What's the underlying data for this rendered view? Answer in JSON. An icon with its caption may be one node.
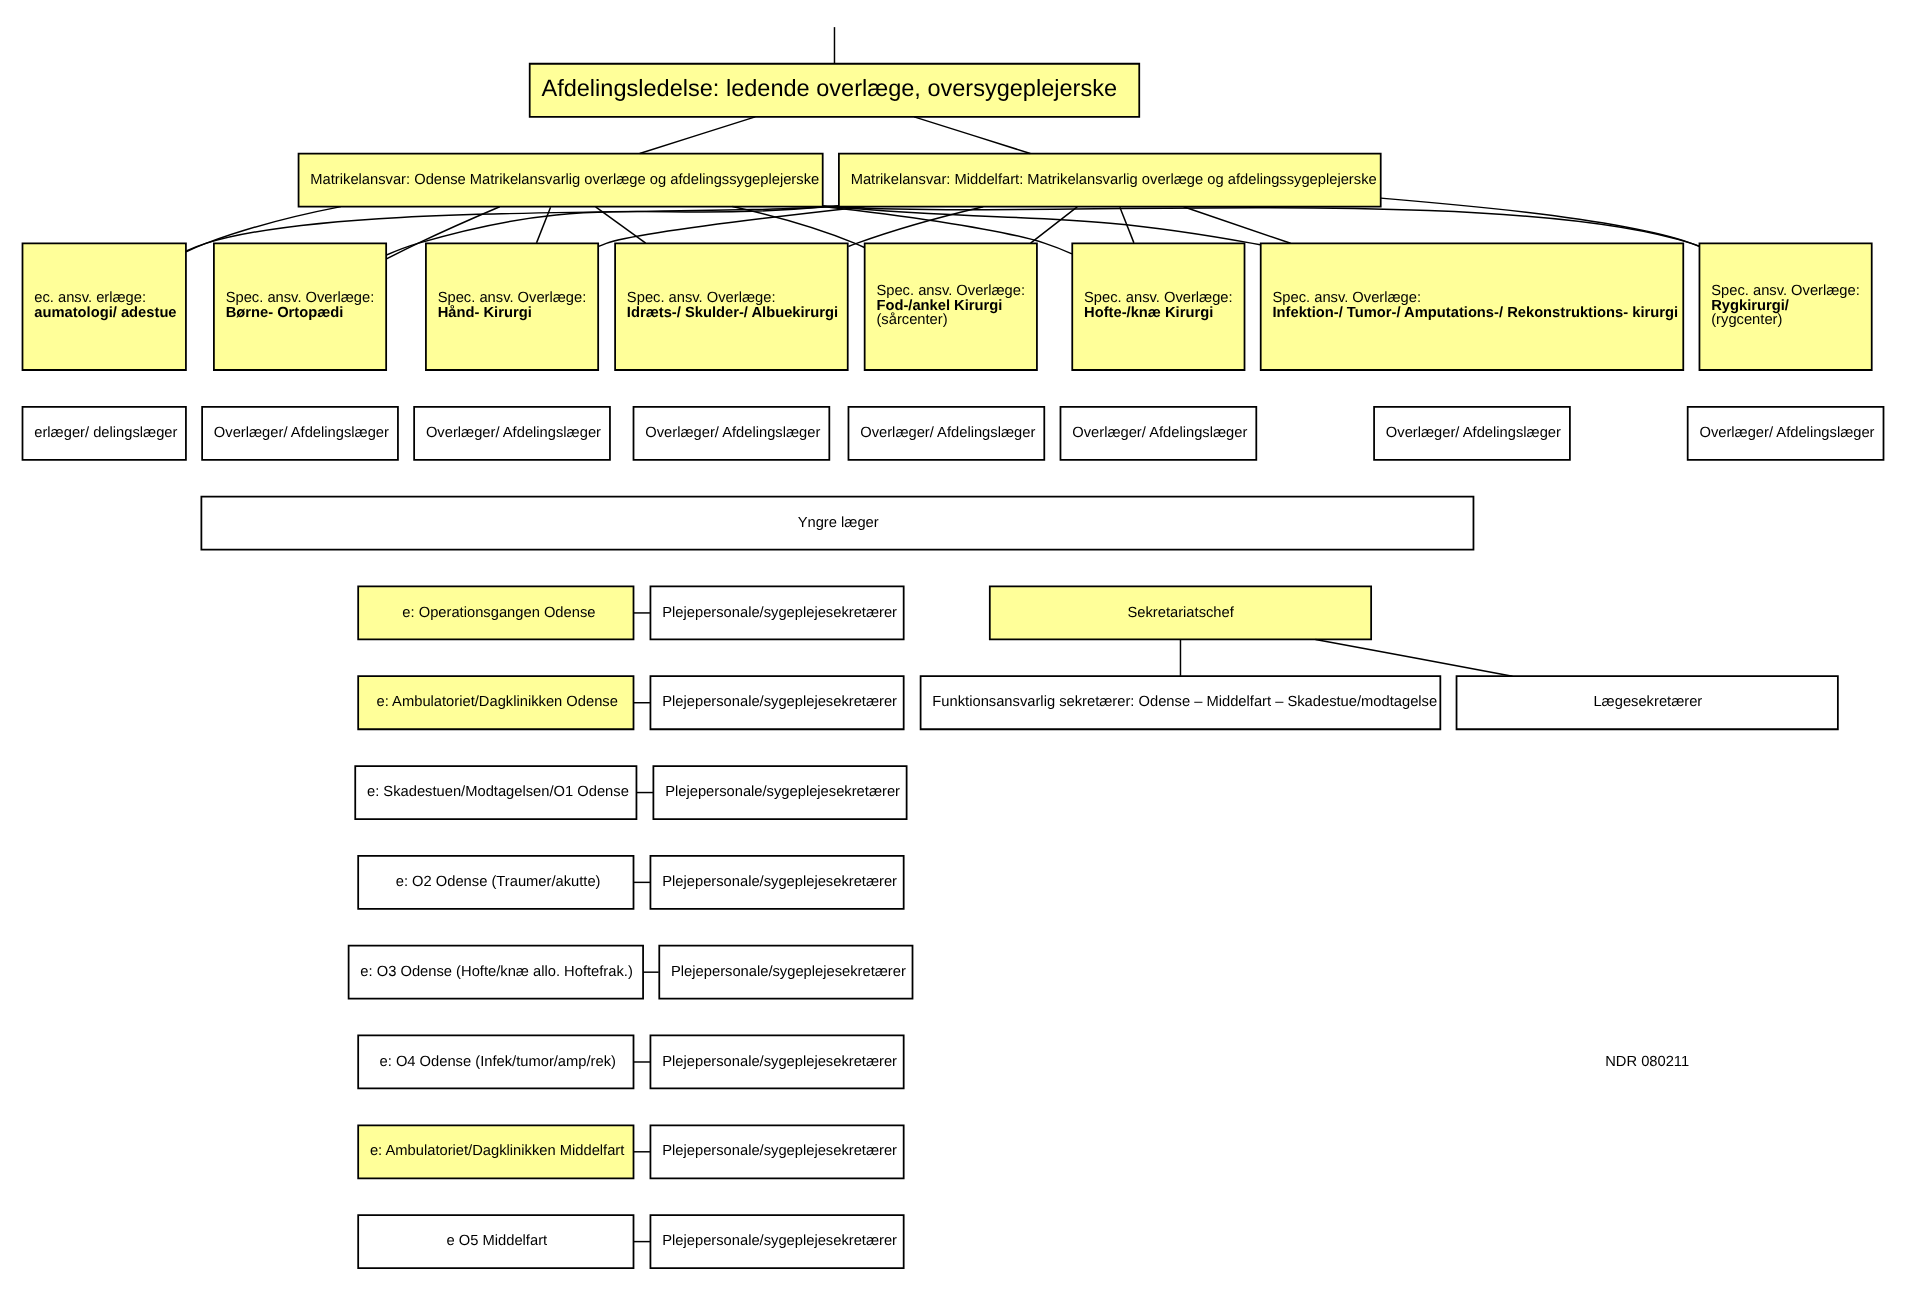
{
  "diagram": {
    "nodes": [
      {
        "text": [
          "Afdelingsledelse: ledende overlæge, oversygeplejerske"
        ]
      },
      {
        "text": [
          "Matrikelansvar: Odense Matrikelansvarlig overlæge og afdelingssygeplejerske"
        ]
      },
      {
        "text": [
          "Matrikelansvar: Middelfart: Matrikelansvarlig overlæge og afdelingssygeplejerske"
        ]
      },
      {
        "text": [
          "ec. ansv. erlæge:",
          "aumatologi/ adestue"
        ]
      },
      {
        "text": [
          "Spec. ansv. Overlæge:",
          "Børne- Ortopædi"
        ]
      },
      {
        "text": [
          "Spec. ansv. Overlæge:",
          "Hånd- Kirurgi"
        ]
      },
      {
        "text": [
          "Spec. ansv. Overlæge:",
          "Idræts-/ Skulder-/ Albuekirurgi"
        ]
      },
      {
        "text": [
          "Spec. ansv. Overlæge:",
          "Fod-/ankel Kirurgi",
          "(sårcenter)"
        ]
      },
      {
        "text": [
          "Spec. ansv. Overlæge:",
          "Hofte-/knæ Kirurgi"
        ]
      },
      {
        "text": [
          "Spec. ansv. Overlæge:",
          "Infektion-/ Tumor-/ Amputations-/ Rekonstruktions- kirurgi"
        ]
      },
      {
        "text": [
          "Spec. ansv. Overlæge:",
          "Rygkirurgi/",
          "(rygcenter)"
        ]
      },
      {
        "text": [
          "erlæger/ delingslæger"
        ]
      },
      {
        "text": [
          "Overlæger/ Afdelingslæger"
        ]
      },
      {
        "text": [
          "Overlæger/ Afdelingslæger"
        ]
      },
      {
        "text": [
          "Overlæger/ Afdelingslæger"
        ]
      },
      {
        "text": [
          "Overlæger/ Afdelingslæger"
        ]
      },
      {
        "text": [
          "Overlæger/ Afdelingslæger"
        ]
      },
      {
        "text": [
          "Overlæger/ Afdelingslæger"
        ]
      },
      {
        "text": [
          "Overlæger/ Afdelingslæger"
        ]
      },
      {
        "text": [
          "Yngre læger"
        ]
      },
      {
        "text": [
          "e: Operationsgangen Odense"
        ]
      },
      {
        "text": [
          "Plejepersonale/sygeplejesekretærer"
        ]
      },
      {
        "text": [
          "e: Ambulatoriet/Dagklinikken Odense"
        ]
      },
      {
        "text": [
          "Plejepersonale/sygeplejesekretærer"
        ]
      },
      {
        "text": [
          "e: Skadestuen/Modtagelsen/O1 Odense"
        ]
      },
      {
        "text": [
          "Plejepersonale/sygeplejesekretærer"
        ]
      },
      {
        "text": [
          "e: O2 Odense (Traumer/akutte)"
        ]
      },
      {
        "text": [
          "Plejepersonale/sygeplejesekretærer"
        ]
      },
      {
        "text": [
          "e: O3 Odense (Hofte/knæ allo. Hoftefrak.)"
        ]
      },
      {
        "text": [
          "Plejepersonale/sygeplejesekretærer"
        ]
      },
      {
        "text": [
          "e: O4 Odense (Infek/tumor/amp/rek)"
        ]
      },
      {
        "text": [
          "Plejepersonale/sygeplejesekretærer"
        ]
      },
      {
        "text": [
          "e: Ambulatoriet/Dagklinikken Middelfart"
        ]
      },
      {
        "text": [
          "Plejepersonale/sygeplejesekretærer"
        ]
      },
      {
        "text": [
          "e O5 Middelfart"
        ]
      },
      {
        "text": [
          "Plejepersonale/sygeplejesekretærer"
        ]
      },
      {
        "text": [
          "Sekretariatschef"
        ]
      },
      {
        "text": [
          "Funktionsansvarlig sekretærer: Odense – Middelfart – Skadestue/modtagelse"
        ]
      },
      {
        "text": [
          "Lægesekretærer"
        ]
      }
    ],
    "edges": [
      {
        "from": null,
        "to": 0,
        "arrow": "none"
      },
      {
        "from": 0,
        "to": 1,
        "arrow": "none"
      },
      {
        "from": 0,
        "to": 2,
        "arrow": "none"
      },
      {
        "from": 1,
        "to": 3,
        "arrow": "none"
      },
      {
        "from": 1,
        "to": 4,
        "arrow": "none"
      },
      {
        "from": 1,
        "to": 5,
        "arrow": "none"
      },
      {
        "from": 1,
        "to": 6,
        "arrow": "none"
      },
      {
        "from": 1,
        "to": 7,
        "arrow": "none"
      },
      {
        "from": 1,
        "to": 8,
        "arrow": "none"
      },
      {
        "from": 1,
        "to": 9,
        "arrow": "none"
      },
      {
        "from": 1,
        "to": 10,
        "arrow": "none"
      },
      {
        "from": 2,
        "to": 3,
        "arrow": "none"
      },
      {
        "from": 2,
        "to": 4,
        "arrow": "none"
      },
      {
        "from": 2,
        "to": 5,
        "arrow": "none"
      },
      {
        "from": 2,
        "to": 6,
        "arrow": "none"
      },
      {
        "from": 2,
        "to": 7,
        "arrow": "none"
      },
      {
        "from": 2,
        "to": 8,
        "arrow": "none"
      },
      {
        "from": 2,
        "to": 9,
        "arrow": "none"
      },
      {
        "from": 2,
        "to": 10,
        "arrow": "none"
      },
      {
        "from": 20,
        "to": 21,
        "arrow": "none"
      },
      {
        "from": 22,
        "to": 23,
        "arrow": "none"
      },
      {
        "from": 24,
        "to": 25,
        "arrow": "none"
      },
      {
        "from": 26,
        "to": 27,
        "arrow": "none"
      },
      {
        "from": 28,
        "to": 29,
        "arrow": "none"
      },
      {
        "from": 30,
        "to": 31,
        "arrow": "none"
      },
      {
        "from": 32,
        "to": 33,
        "arrow": "none"
      },
      {
        "from": 34,
        "to": 35,
        "arrow": "none"
      },
      {
        "from": 36,
        "to": 37,
        "arrow": "none"
      },
      {
        "from": 36,
        "to": 38,
        "arrow": "none"
      }
    ],
    "labels": [
      "NDR 080211"
    ]
  }
}
